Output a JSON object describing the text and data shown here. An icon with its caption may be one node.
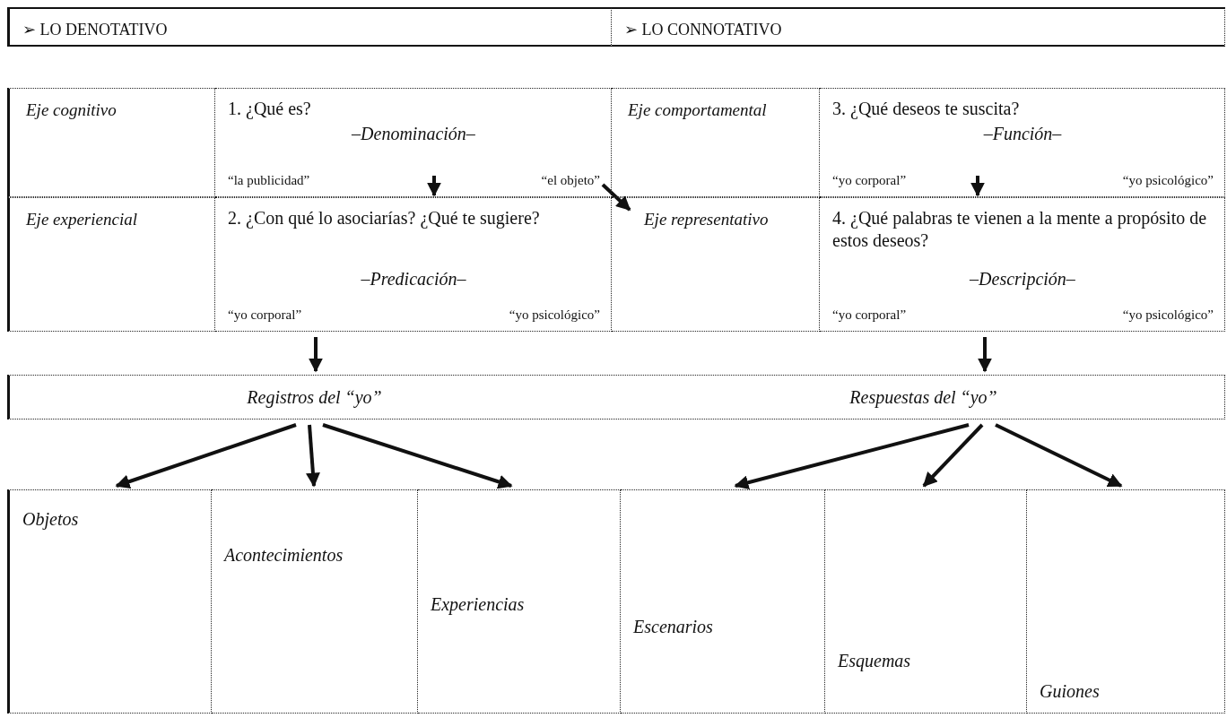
{
  "diagram": {
    "nodes": [
      {
        "text": [
          "➢ LO DENOTATIVO"
        ]
      },
      {
        "text": [
          "➢ LO CONNOTATIVO"
        ]
      },
      {
        "text": [
          "Eje cognitivo"
        ]
      },
      {
        "text": [
          "1. ¿Qué es?",
          "–Denominación–",
          "“la publicidad”",
          "“el objeto”"
        ]
      },
      {
        "text": [
          "Eje comportamental"
        ]
      },
      {
        "text": [
          "3. ¿Qué deseos te suscita?",
          "–Función–",
          "“yo corporal”",
          "“yo psicológico”"
        ]
      },
      {
        "text": [
          "Eje experiencial"
        ]
      },
      {
        "text": [
          "2. ¿Con qué lo asociarías? ¿Qué te sugiere?",
          "–Predicación–",
          "“yo corporal”",
          "“yo psicológico”"
        ]
      },
      {
        "text": [
          "Eje representativo"
        ]
      },
      {
        "text": [
          "4. ¿Qué palabras te vienen a la mente a propósito de estos deseos?",
          "–Descripción–",
          "“yo corporal”",
          "“yo psicológico”"
        ]
      },
      {
        "text": [
          "Registros del “yo”",
          "Respuestas del “yo”"
        ]
      },
      {
        "text": [
          "Objetos"
        ]
      },
      {
        "text": [
          "Acontecimientos"
        ]
      },
      {
        "text": [
          "Experiencias"
        ]
      },
      {
        "text": [
          "Escenarios"
        ]
      },
      {
        "text": [
          "Esquemas"
        ]
      },
      {
        "text": [
          "Guiones"
        ]
      }
    ],
    "edges": [
      {
        "from": 3,
        "to": 7,
        "arrow": "to"
      },
      {
        "from": 3,
        "to": 8,
        "arrow": "to"
      },
      {
        "from": 5,
        "to": 9,
        "arrow": "to"
      },
      {
        "from": 7,
        "to": 10,
        "arrow": "to"
      },
      {
        "from": 9,
        "to": 10,
        "arrow": "to"
      },
      {
        "from": 10,
        "to": 11,
        "arrow": "to"
      },
      {
        "from": 10,
        "to": 12,
        "arrow": "to"
      },
      {
        "from": 10,
        "to": 13,
        "arrow": "to"
      },
      {
        "from": 10,
        "to": 14,
        "arrow": "to"
      },
      {
        "from": 10,
        "to": 15,
        "arrow": "to"
      },
      {
        "from": 10,
        "to": 16,
        "arrow": "to"
      }
    ]
  }
}
